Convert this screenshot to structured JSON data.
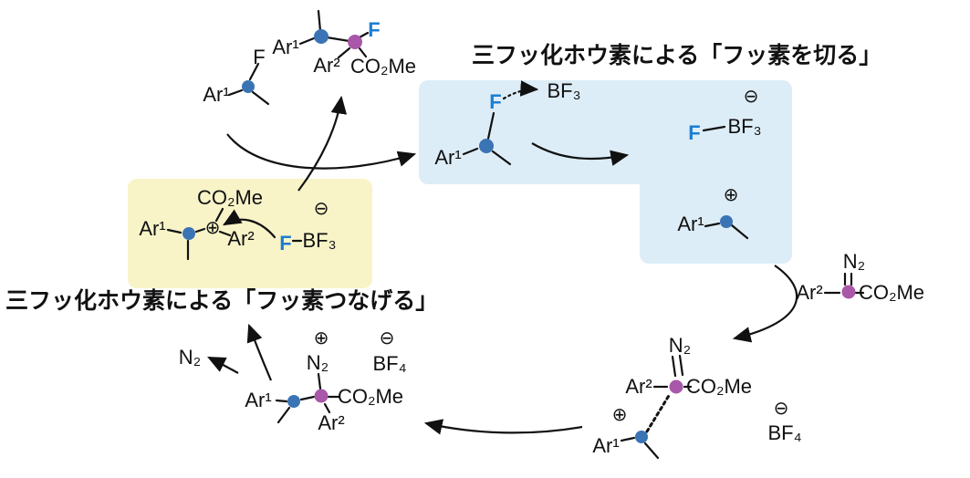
{
  "titles": {
    "cleave": "三フッ化ホウ素による「フッ素を切る」",
    "connect": "三フッ化ホウ素による「フッ素つなげる」"
  },
  "colors": {
    "fluorine_blue": "#1b7ed1",
    "carbon_blue": "#3a74b5",
    "carbon_purple": "#a957a9",
    "highlight_blue": "#ddedf7",
    "highlight_yellow": "#f8f4c8",
    "ink": "#111111"
  },
  "structures": {
    "benzylic_fluoride": {
      "f": "F",
      "ar1": "Ar¹"
    },
    "product": {
      "ar1": "Ar¹",
      "f": "F",
      "ar2": "Ar²",
      "ester": "CO₂Me"
    },
    "bf3_complex": {
      "f": "F",
      "bf3": "BF₃",
      "ar1": "Ar¹"
    },
    "ion_pair": {
      "minus": "⊖",
      "bf3": "BF₃",
      "f": "F",
      "plus": "⊕",
      "ar1": "Ar¹"
    },
    "diazo_ester": {
      "n2": "N₂",
      "ar2": "Ar²",
      "ester": "CO₂Me"
    },
    "adduct": {
      "n2": "N₂",
      "ar2": "Ar²",
      "ester": "CO₂Me",
      "minus": "⊖",
      "bf4": "BF₄",
      "plus": "⊕",
      "ar1": "Ar¹"
    },
    "diazonium": {
      "plus": "⊕",
      "n2": "N₂",
      "minus": "⊖",
      "bf4": "BF₄",
      "ar1": "Ar¹",
      "ester": "CO₂Me",
      "ar2": "Ar²"
    },
    "released_n2": {
      "n2": "N₂"
    },
    "fluorination": {
      "ester": "CO₂Me",
      "ar1": "Ar¹",
      "plus": "⊕",
      "ar2": "Ar²",
      "minus": "⊖",
      "f": "F",
      "bf3": "BF₃"
    }
  }
}
